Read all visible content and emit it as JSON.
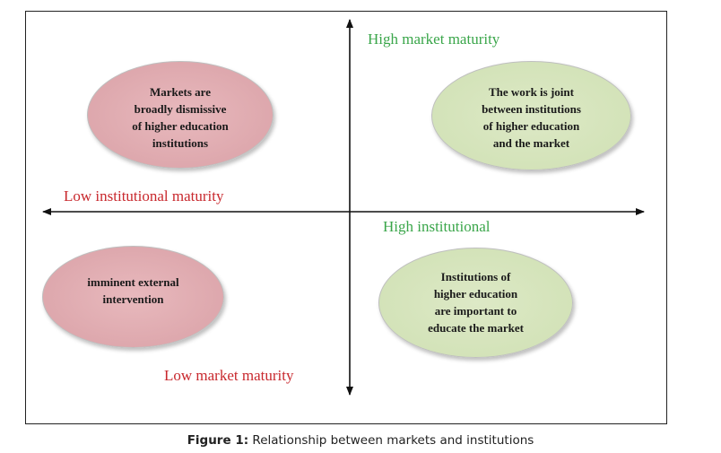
{
  "diagram": {
    "axis_labels": {
      "top": "High market maturity",
      "left": "Low institutional maturity",
      "right": "High institutional",
      "bottom": "Low market maturity"
    },
    "quadrants": {
      "top_left": "Markets are\nbroadly dismissive\nof higher education\ninstitutions",
      "top_right": "The work is joint\nbetween institutions\nof higher education\nand the market",
      "bottom_left": "imminent external\nintervention",
      "bottom_right": "Institutions of\nhigher education\nare important to\neducate the market"
    },
    "colors": {
      "low_quadrant_fill": "#dba5aa",
      "high_quadrant_fill": "#d4e4b9",
      "positive_label": "#3aa64a",
      "negative_label": "#c8282d"
    }
  },
  "caption": {
    "label": "Figure 1:",
    "text": " Relationship between markets and institutions"
  }
}
